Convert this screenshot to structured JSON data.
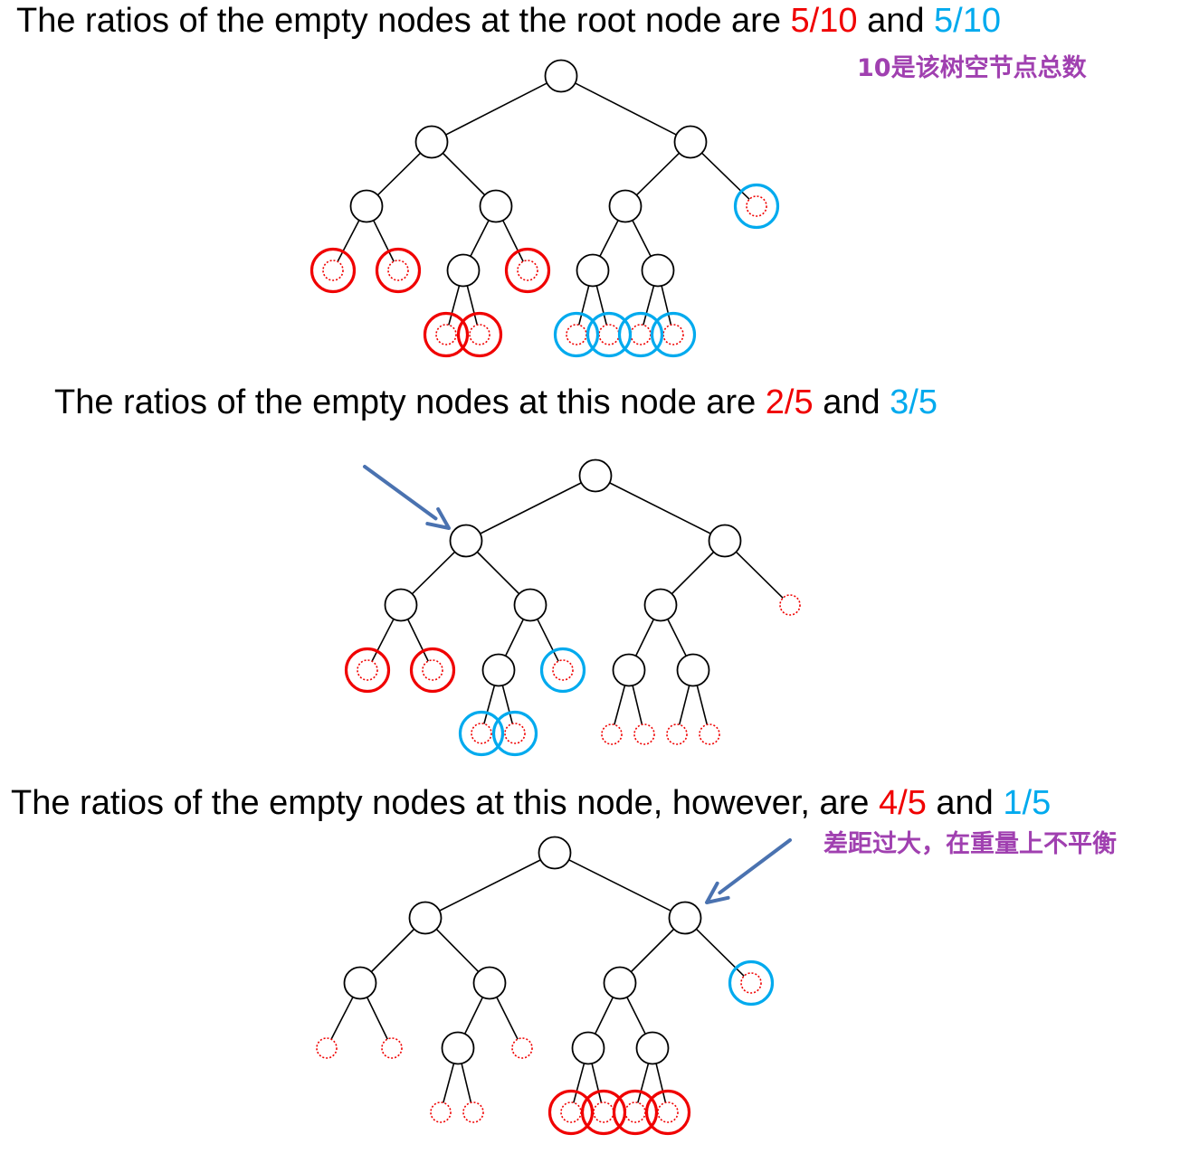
{
  "captions": [
    {
      "lead": "The ratios of the empty nodes at the root node are",
      "red_value": "5/10",
      "join": "and",
      "blue_value": "5/10"
    },
    {
      "lead": "The ratios of the empty nodes at this node are",
      "red_value": "2/5",
      "join": "and",
      "blue_value": "3/5"
    },
    {
      "lead": "The ratios of the empty nodes at this node, however, are",
      "red_value": "4/5",
      "join": "and",
      "blue_value": "1/5"
    }
  ],
  "notes": {
    "total_empty": "10是该树空节点总数",
    "imbalance": "差距过大，在重量上不平衡"
  },
  "colors": {
    "red": "#f00000",
    "blue": "#00aaee",
    "arrow": "#4a72b0",
    "note": "#a040b0"
  }
}
